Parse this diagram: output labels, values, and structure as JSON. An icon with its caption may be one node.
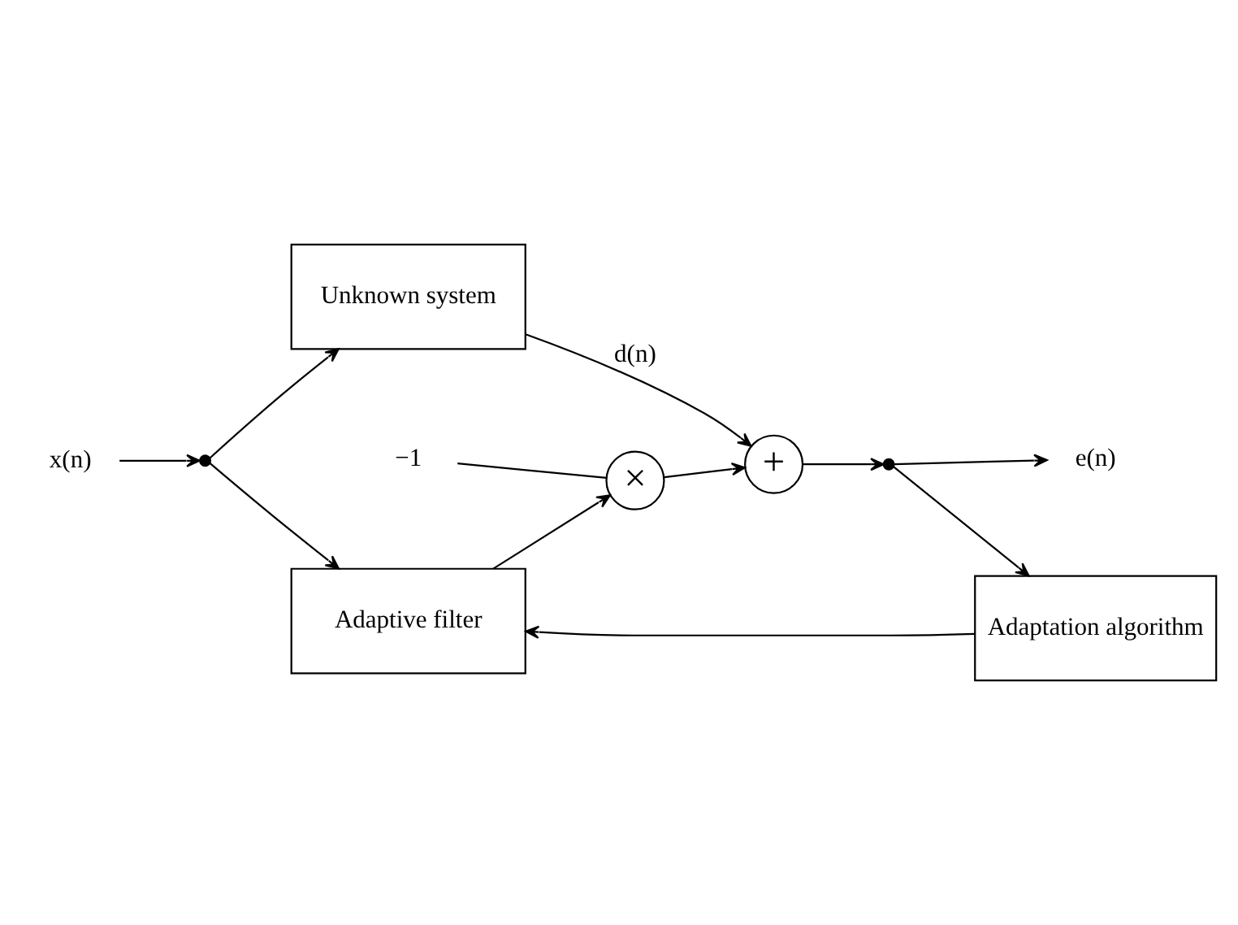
{
  "diagram": {
    "nodes": [
      {
        "text": [
          "x(n)"
        ]
      },
      {
        "text": [],
        "shape": "circle"
      },
      {
        "text": [
          "Unknown system"
        ]
      },
      {
        "text": [
          "+"
        ]
      },
      {
        "text": [
          "Adaptive filter"
        ]
      },
      {
        "text": [
          "×"
        ]
      },
      {
        "text": [
          "−1"
        ]
      },
      {
        "text": [],
        "shape": "circle"
      },
      {
        "text": [
          "e(n)"
        ]
      },
      {
        "text": [
          "Adaptation algorithm"
        ]
      }
    ],
    "edges": [
      {
        "from": 0,
        "to": 1,
        "arrow": "to"
      },
      {
        "from": 1,
        "to": 2,
        "arrow": "to"
      },
      {
        "from": 1,
        "to": 4,
        "arrow": "to"
      },
      {
        "from": 2,
        "to": 3,
        "arrow": "to",
        "label": "d(n)"
      },
      {
        "from": 4,
        "to": 5,
        "arrow": "to"
      },
      {
        "from": 6,
        "to": 5,
        "arrow": "none"
      },
      {
        "from": 5,
        "to": 3,
        "arrow": "to"
      },
      {
        "from": 3,
        "to": 7,
        "arrow": "to"
      },
      {
        "from": 7,
        "to": 8,
        "arrow": "to"
      },
      {
        "from": 7,
        "to": 9,
        "arrow": "to"
      },
      {
        "from": 9,
        "to": 4,
        "arrow": "to"
      }
    ]
  }
}
